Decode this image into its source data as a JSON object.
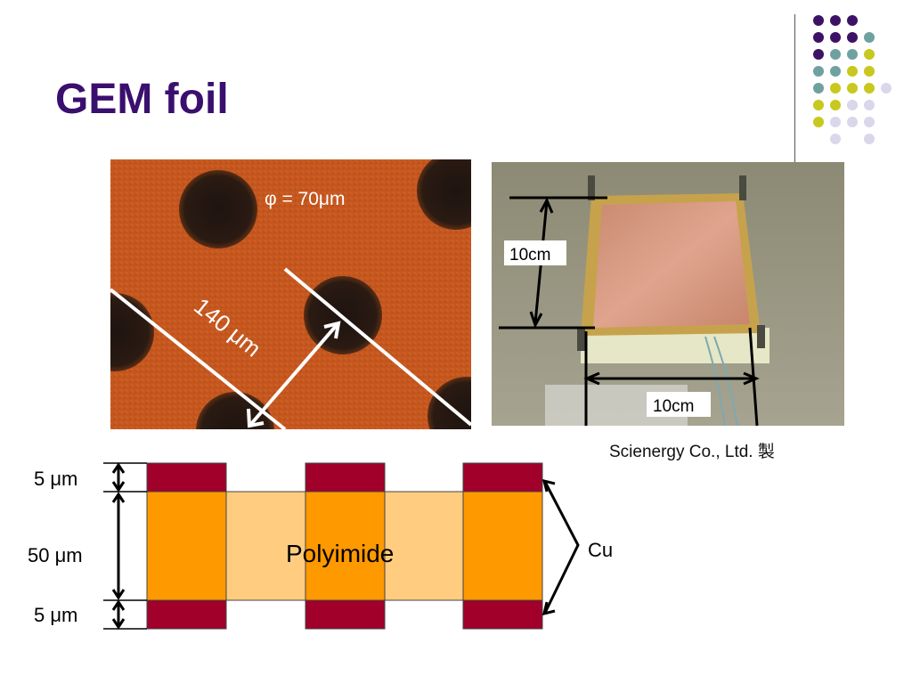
{
  "slide": {
    "title": "GEM foil"
  },
  "micrograph": {
    "diameter_label": "φ = 70μm",
    "pitch_label": "140 μm"
  },
  "foil_photo": {
    "height_label": "10cm",
    "width_label": "10cm",
    "caption": "Scienergy Co., Ltd. 製"
  },
  "cross_section": {
    "top_label": "5 μm",
    "middle_label": "50 μm",
    "bottom_label": "5 μm",
    "material_label": "Polyimide",
    "copper_label": "Cu"
  },
  "colors": {
    "title": "#3a0f6e",
    "copper": "#a0002a",
    "polyimide_light": "#ffcc80",
    "polyimide_dark": "#ff9900",
    "dot_purple": "#3d1266",
    "dot_teal": "#6fa1a1",
    "dot_yellow": "#c8c81e",
    "dot_lavender": "#d8d8ea"
  }
}
